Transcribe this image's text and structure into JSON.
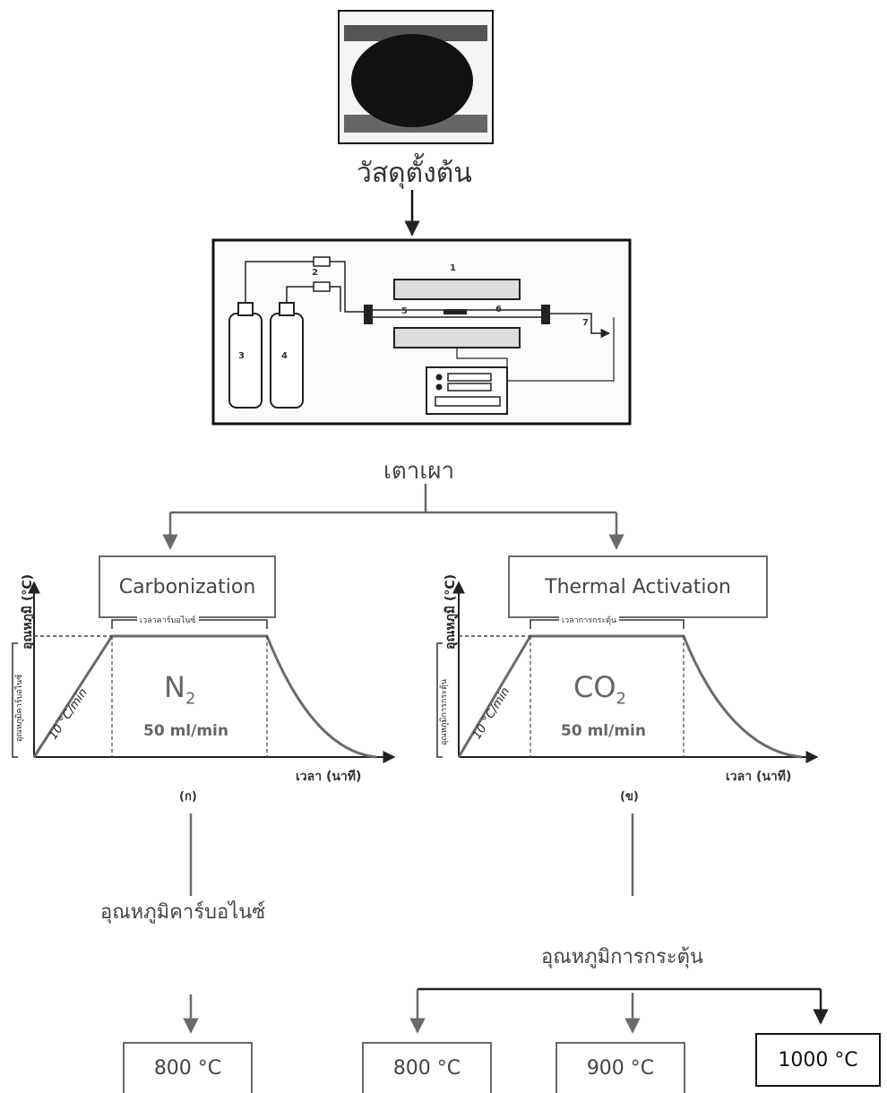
{
  "start_material": "วัสดุตั้งต้น",
  "furnace": "เตาเผา",
  "apparatus": {
    "labels": [
      "1",
      "2",
      "3",
      "4",
      "5",
      "6",
      "7"
    ]
  },
  "carbonization": {
    "box_label": "Carbonization",
    "y_axis": "อุณหภูมิ (°C)",
    "y_level": "อุณหภูมิคาร์บอไนซ์",
    "hold_label": "เวลาคาร์บอไนซ์",
    "ramp_rate": "10 °C/min",
    "gas": "N",
    "gas_sub": "2",
    "flow": "50 ml/min",
    "x_axis": "เวลา (นาที)",
    "panel": "(ก)",
    "result_label": "อุณหภูมิคาร์บอไนซ์",
    "temps": [
      "800 °C"
    ]
  },
  "activation": {
    "box_label": "Thermal Activation",
    "y_axis": "อุณหภูมิ (°C)",
    "y_level": "อุณหภูมิการกระตุ้น",
    "hold_label": "เวลาการกระตุ้น",
    "ramp_rate": "10 °C/min",
    "gas": "CO",
    "gas_sub": "2",
    "flow": "50 ml/min",
    "x_axis": "เวลา (นาที)",
    "panel": "(ข)",
    "result_label": "อุณหภูมิการกระตุ้น",
    "temps": [
      "800 °C",
      "900 °C",
      "1000 °C"
    ]
  }
}
